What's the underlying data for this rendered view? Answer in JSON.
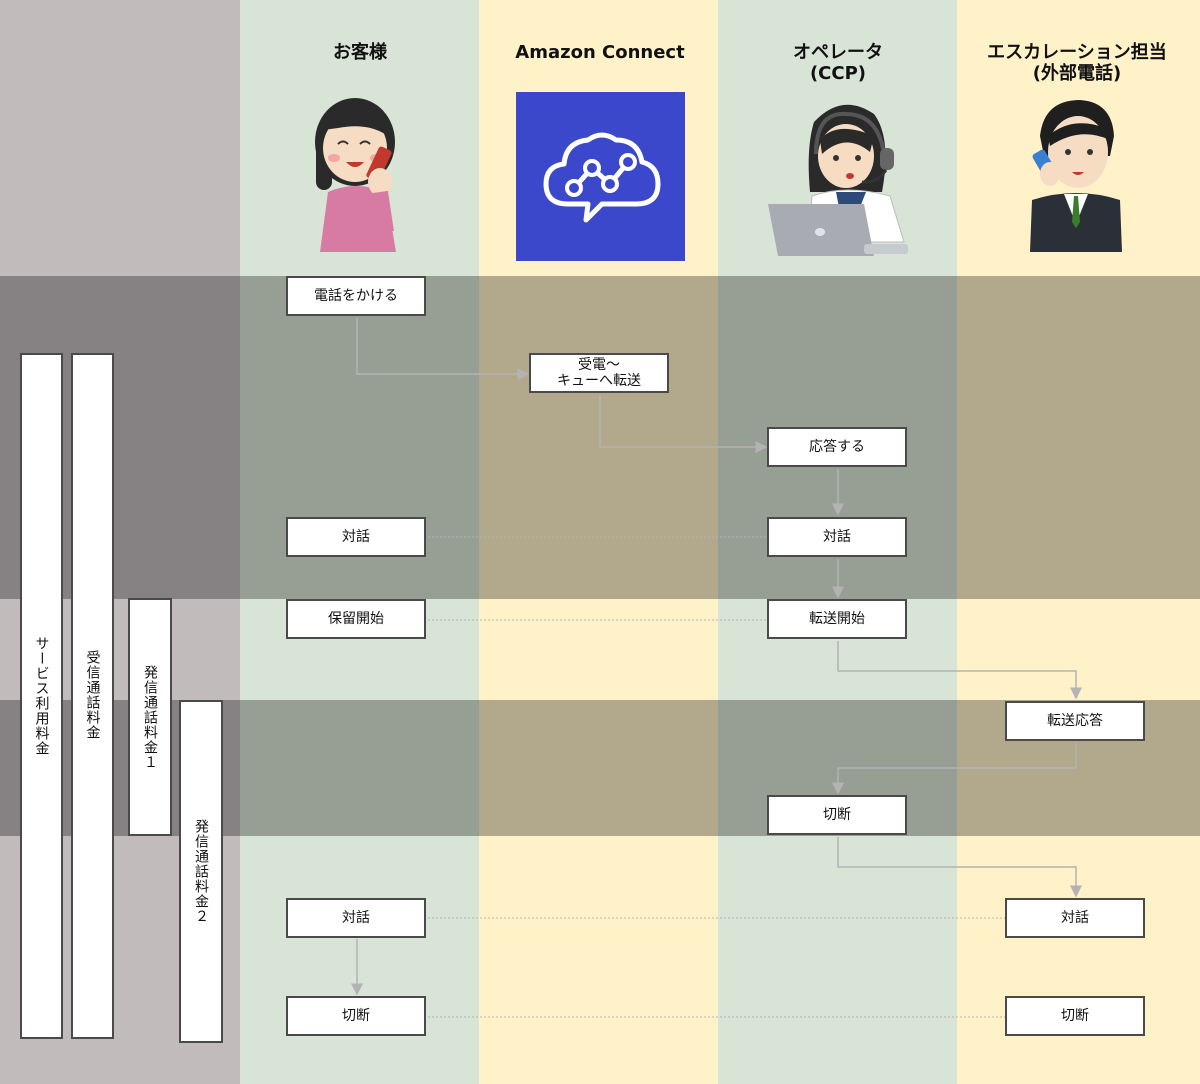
{
  "lanes": {
    "customer": {
      "title": "お客様"
    },
    "connect": {
      "title": "Amazon Connect"
    },
    "operator": {
      "title": "オペレータ",
      "subtitle": "(CCP)"
    },
    "escalation": {
      "title": "エスカレーション担当",
      "subtitle": "(外部電話)"
    }
  },
  "boxes": {
    "make_call": "電話をかける",
    "receive_queue": "受電〜\nキューへ転送",
    "answer": "応答する",
    "customer_talk_1": "対話",
    "operator_talk_1": "対話",
    "hold_start": "保留開始",
    "transfer_start": "転送開始",
    "transfer_answer": "転送応答",
    "operator_disconnect": "切断",
    "customer_talk_2": "対話",
    "escalation_talk": "対話",
    "customer_disconnect": "切断",
    "escalation_disconnect": "切断"
  },
  "billing": {
    "service_fee": "サービス利用料金",
    "inbound_fee": "受信通話料金",
    "outbound_fee_1": "発信通話料金１",
    "outbound_fee_2": "発信通話料金２"
  },
  "colors": {
    "billing_column": "#c1bbbc",
    "customer_lane": "#d8e4d6",
    "connect_lane": "#fff2c9",
    "operator_lane": "#d8e4d6",
    "escalation_lane": "#fff2c9",
    "connect_logo": "#3b48cc",
    "connector": "#b3b3b3"
  },
  "icons": {
    "customer": "woman-on-phone-icon",
    "connect": "amazon-connect-logo-icon",
    "operator": "operator-headset-laptop-icon",
    "escalation": "businessman-on-phone-icon"
  }
}
